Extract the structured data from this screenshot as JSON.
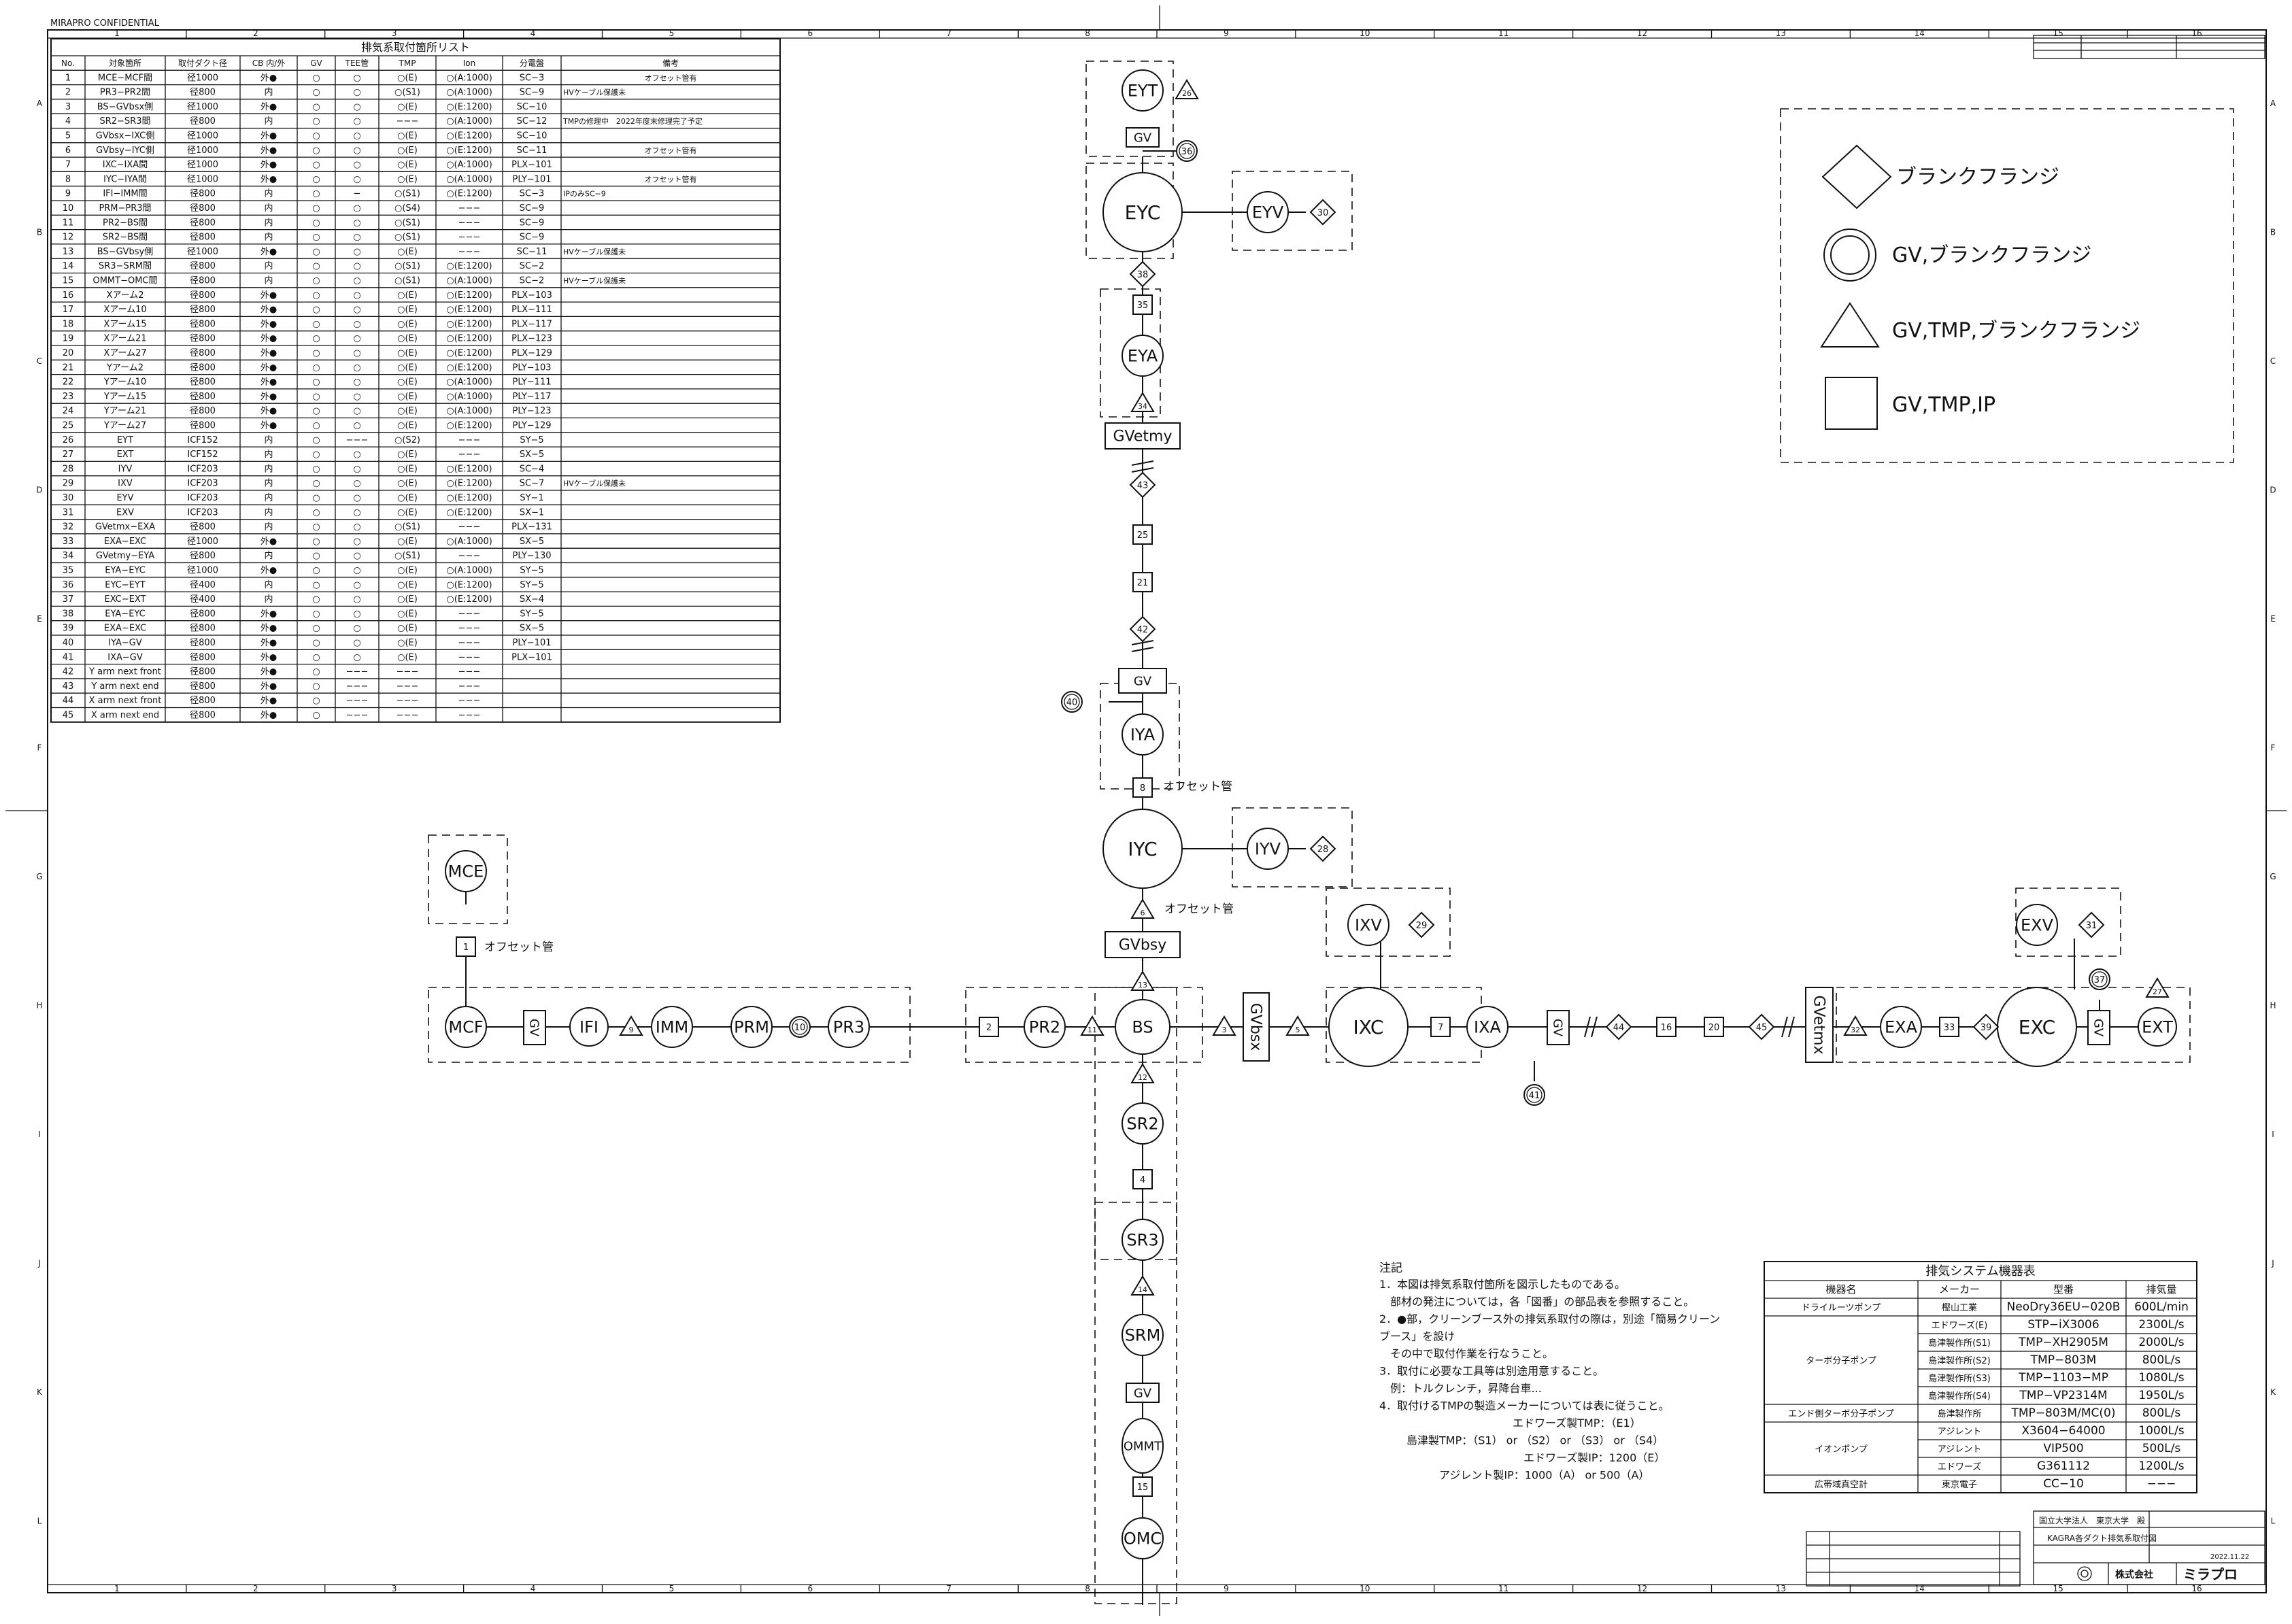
{
  "header": {
    "confidential": "MIRAPRO CONFIDENTIAL"
  },
  "border": {
    "cols": [
      "1",
      "2",
      "3",
      "4",
      "5",
      "6",
      "7",
      "8",
      "9",
      "10",
      "11",
      "12",
      "13",
      "14",
      "15",
      "16"
    ],
    "rows": [
      "A",
      "B",
      "C",
      "D",
      "E",
      "F",
      "G",
      "H",
      "I",
      "J",
      "K",
      "L"
    ]
  },
  "port_table": {
    "title": "排気系取付箇所リスト",
    "headers": [
      "No.",
      "対象箇所",
      "取付ダクト径",
      "CB 内/外",
      "GV",
      "TEE管",
      "TMP",
      "Ion",
      "分電盤",
      "備考"
    ],
    "rows": [
      [
        "1",
        "MCE−MCF間",
        "径1000",
        "外●",
        "○",
        "○",
        "○(E)",
        "○(A:1000)",
        "SC−3",
        "オフセット管有"
      ],
      [
        "2",
        "PR3−PR2間",
        "径800",
        "内",
        "○",
        "○",
        "○(S1)",
        "○(A:1000)",
        "SC−9",
        "HVケーブル保護未"
      ],
      [
        "3",
        "BS−GVbsx側",
        "径1000",
        "外●",
        "○",
        "○",
        "○(E)",
        "○(E:1200)",
        "SC−10",
        ""
      ],
      [
        "4",
        "SR2−SR3間",
        "径800",
        "内",
        "○",
        "○",
        "−−−",
        "○(A:1000)",
        "SC−12",
        "TMPの修理中　2022年度末修理完了予定"
      ],
      [
        "5",
        "GVbsx−IXC側",
        "径1000",
        "外●",
        "○",
        "○",
        "○(E)",
        "○(E:1200)",
        "SC−10",
        ""
      ],
      [
        "6",
        "GVbsy−IYC側",
        "径1000",
        "外●",
        "○",
        "○",
        "○(E)",
        "○(E:1200)",
        "SC−11",
        "オフセット管有"
      ],
      [
        "7",
        "IXC−IXA間",
        "径1000",
        "外●",
        "○",
        "○",
        "○(E)",
        "○(A:1000)",
        "PLX−101",
        ""
      ],
      [
        "8",
        "IYC−IYA間",
        "径1000",
        "外●",
        "○",
        "○",
        "○(E)",
        "○(A:1000)",
        "PLY−101",
        "オフセット管有"
      ],
      [
        "9",
        "IFI−IMM間",
        "径800",
        "内",
        "○",
        "−",
        "○(S1)",
        "○(E:1200)",
        "SC−3",
        "IPのみSC−9"
      ],
      [
        "10",
        "PRM−PR3間",
        "径800",
        "内",
        "○",
        "○",
        "○(S4)",
        "−−−",
        "SC−9",
        ""
      ],
      [
        "11",
        "PR2−BS間",
        "径800",
        "内",
        "○",
        "○",
        "○(S1)",
        "−−−",
        "SC−9",
        ""
      ],
      [
        "12",
        "SR2−BS間",
        "径800",
        "内",
        "○",
        "○",
        "○(S1)",
        "−−−",
        "SC−9",
        ""
      ],
      [
        "13",
        "BS−GVbsy側",
        "径1000",
        "外●",
        "○",
        "○",
        "○(E)",
        "−−−",
        "SC−11",
        "HVケーブル保護未"
      ],
      [
        "14",
        "SR3−SRM間",
        "径800",
        "内",
        "○",
        "○",
        "○(S1)",
        "○(E:1200)",
        "SC−2",
        ""
      ],
      [
        "15",
        "OMMT−OMC間",
        "径800",
        "内",
        "○",
        "○",
        "○(S1)",
        "○(A:1000)",
        "SC−2",
        "HVケーブル保護未"
      ],
      [
        "16",
        "Xアーム2",
        "径800",
        "外●",
        "○",
        "○",
        "○(E)",
        "○(E:1200)",
        "PLX−103",
        ""
      ],
      [
        "17",
        "Xアーム10",
        "径800",
        "外●",
        "○",
        "○",
        "○(E)",
        "○(E:1200)",
        "PLX−111",
        ""
      ],
      [
        "18",
        "Xアーム15",
        "径800",
        "外●",
        "○",
        "○",
        "○(E)",
        "○(E:1200)",
        "PLX−117",
        ""
      ],
      [
        "19",
        "Xアーム21",
        "径800",
        "外●",
        "○",
        "○",
        "○(E)",
        "○(E:1200)",
        "PLX−123",
        ""
      ],
      [
        "20",
        "Xアーム27",
        "径800",
        "外●",
        "○",
        "○",
        "○(E)",
        "○(E:1200)",
        "PLX−129",
        ""
      ],
      [
        "21",
        "Yアーム2",
        "径800",
        "外●",
        "○",
        "○",
        "○(E)",
        "○(E:1200)",
        "PLY−103",
        ""
      ],
      [
        "22",
        "Yアーム10",
        "径800",
        "外●",
        "○",
        "○",
        "○(E)",
        "○(A:1000)",
        "PLY−111",
        ""
      ],
      [
        "23",
        "Yアーム15",
        "径800",
        "外●",
        "○",
        "○",
        "○(E)",
        "○(A:1000)",
        "PLY−117",
        ""
      ],
      [
        "24",
        "Yアーム21",
        "径800",
        "外●",
        "○",
        "○",
        "○(E)",
        "○(A:1000)",
        "PLY−123",
        ""
      ],
      [
        "25",
        "Yアーム27",
        "径800",
        "外●",
        "○",
        "○",
        "○(E)",
        "○(E:1200)",
        "PLY−129",
        ""
      ],
      [
        "26",
        "EYT",
        "ICF152",
        "内",
        "○",
        "−−−",
        "○(S2)",
        "−−−",
        "SY−5",
        ""
      ],
      [
        "27",
        "EXT",
        "ICF152",
        "内",
        "○",
        "○",
        "○(E)",
        "−−−",
        "SX−5",
        ""
      ],
      [
        "28",
        "IYV",
        "ICF203",
        "内",
        "○",
        "○",
        "○(E)",
        "○(E:1200)",
        "SC−4",
        ""
      ],
      [
        "29",
        "IXV",
        "ICF203",
        "内",
        "○",
        "○",
        "○(E)",
        "○(E:1200)",
        "SC−7",
        "HVケーブル保護未"
      ],
      [
        "30",
        "EYV",
        "ICF203",
        "内",
        "○",
        "○",
        "○(E)",
        "○(E:1200)",
        "SY−1",
        ""
      ],
      [
        "31",
        "EXV",
        "ICF203",
        "内",
        "○",
        "○",
        "○(E)",
        "○(E:1200)",
        "SX−1",
        ""
      ],
      [
        "32",
        "GVetmx−EXA",
        "径800",
        "内",
        "○",
        "○",
        "○(S1)",
        "−−−",
        "PLX−131",
        ""
      ],
      [
        "33",
        "EXA−EXC",
        "径1000",
        "外●",
        "○",
        "○",
        "○(E)",
        "○(A:1000)",
        "SX−5",
        ""
      ],
      [
        "34",
        "GVetmy−EYA",
        "径800",
        "内",
        "○",
        "○",
        "○(S1)",
        "−−−",
        "PLY−130",
        ""
      ],
      [
        "35",
        "EYA−EYC",
        "径1000",
        "外●",
        "○",
        "○",
        "○(E)",
        "○(A:1000)",
        "SY−5",
        ""
      ],
      [
        "36",
        "EYC−EYT",
        "径400",
        "内",
        "○",
        "○",
        "○(E)",
        "○(E:1200)",
        "SY−5",
        ""
      ],
      [
        "37",
        "EXC−EXT",
        "径400",
        "内",
        "○",
        "○",
        "○(E)",
        "○(E:1200)",
        "SX−4",
        ""
      ],
      [
        "38",
        "EYA−EYC",
        "径800",
        "外●",
        "○",
        "○",
        "○(E)",
        "−−−",
        "SY−5",
        ""
      ],
      [
        "39",
        "EXA−EXC",
        "径800",
        "外●",
        "○",
        "○",
        "○(E)",
        "−−−",
        "SX−5",
        ""
      ],
      [
        "40",
        "IYA−GV",
        "径800",
        "外●",
        "○",
        "○",
        "○(E)",
        "−−−",
        "PLY−101",
        ""
      ],
      [
        "41",
        "IXA−GV",
        "径800",
        "外●",
        "○",
        "○",
        "○(E)",
        "−−−",
        "PLX−101",
        ""
      ],
      [
        "42",
        "Y arm next front",
        "径800",
        "外●",
        "○",
        "−−−",
        "−−−",
        "−−−",
        "",
        ""
      ],
      [
        "43",
        "Y arm next end",
        "径800",
        "外●",
        "○",
        "−−−",
        "−−−",
        "−−−",
        "",
        ""
      ],
      [
        "44",
        "X arm next front",
        "径800",
        "外●",
        "○",
        "−−−",
        "−−−",
        "−−−",
        "",
        ""
      ],
      [
        "45",
        "X arm next end",
        "径800",
        "外●",
        "○",
        "−−−",
        "−−−",
        "−−−",
        "",
        ""
      ]
    ]
  },
  "legend": {
    "items": [
      {
        "symbol": "diamond",
        "label": "ブランクフランジ"
      },
      {
        "symbol": "double-circle",
        "label": "GV,ブランクフランジ"
      },
      {
        "symbol": "triangle",
        "label": "GV,TMP,ブランクフランジ"
      },
      {
        "symbol": "square",
        "label": "GV,TMP,IP"
      }
    ]
  },
  "diagram": {
    "chambers": {
      "EYT": "EYT",
      "EYC": "EYC",
      "EYV": "EYV",
      "EYA": "EYA",
      "IYA": "IYA",
      "IYC": "IYC",
      "IYV": "IYV",
      "MCE": "MCE",
      "MCF": "MCF",
      "IFI": "IFI",
      "IMM": "IMM",
      "PRM": "PRM",
      "PR3": "PR3",
      "PR2": "PR2",
      "BS": "BS",
      "SR2": "SR2",
      "SR3": "SR3",
      "SRM": "SRM",
      "OMMT": "OMMT",
      "OMC": "OMC",
      "IXV": "IXV",
      "IXC": "IXC",
      "IXA": "IXA",
      "EXA": "EXA",
      "EXC": "EXC",
      "EXV": "EXV",
      "EXT": "EXT"
    },
    "valves": {
      "GVetmy": "GVetmy",
      "GVbsy": "GVbsy",
      "GVbsx": "GVbsx",
      "GVetmx": "GVetmx",
      "GV": "GV"
    },
    "offset_label": "オフセット管"
  },
  "notes": {
    "title": "注記",
    "lines": [
      "1．本図は排気系取付箇所を図示したものである。",
      "　部材の発注については，各「図番」の部品表を参照すること。",
      "2．●部，クリーンブース外の排気系取付の際は，別途「簡易クリーン",
      "ブース」を設け",
      "　その中で取付作業を行なうこと。",
      "3．取付に必要な工具等は別途用意すること。",
      "　例：トルクレンチ，昇降台車...",
      "4．取付けるTMPの製造メーカーについては表に従うこと。",
      "エドワーズ製TMP：（E1）",
      "島津製TMP：（S1） or （S2） or （S3） or （S4）",
      "エドワーズ製IP：1200（E）",
      "アジレント製IP：1000（A） or  500（A）"
    ]
  },
  "equipment_table": {
    "title": "排気システム機器表",
    "headers": [
      "機器名",
      "メーカー",
      "型番",
      "排気量"
    ],
    "rows": [
      [
        "ドライルーツポンプ",
        "樫山工業",
        "NeoDry36EU−020B",
        "600L/min"
      ],
      [
        "ターボ分子ポンプ",
        "エドワーズ(E)",
        "STP−iX3006",
        "2300L/s"
      ],
      [
        "",
        "島津製作所(S1)",
        "TMP−XH2905M",
        "2000L/s"
      ],
      [
        "",
        "島津製作所(S2)",
        "TMP−803M",
        "800L/s"
      ],
      [
        "",
        "島津製作所(S3)",
        "TMP−1103−MP",
        "1080L/s"
      ],
      [
        "",
        "島津製作所(S4)",
        "TMP−VP2314M",
        "1950L/s"
      ],
      [
        "エンド側ターボ分子ポンプ",
        "島津製作所",
        "TMP−803M/MC(0)",
        "800L/s"
      ],
      [
        "イオンポンプ",
        "アジレント",
        "X3604−64000",
        "1000L/s"
      ],
      [
        "",
        "アジレント",
        "VIP500",
        "500L/s"
      ],
      [
        "",
        "エドワーズ",
        "G361112",
        "1200L/s"
      ],
      [
        "広帯域真空計",
        "東京電子",
        "CC−10",
        "−−−"
      ]
    ]
  },
  "title_block": {
    "customer": "国立大学法人　東京大学　殿",
    "title": "KAGRA各ダクト排気系取付図",
    "company": "株式会社",
    "logo": "ミラプロ",
    "date": "2022.11.22"
  }
}
